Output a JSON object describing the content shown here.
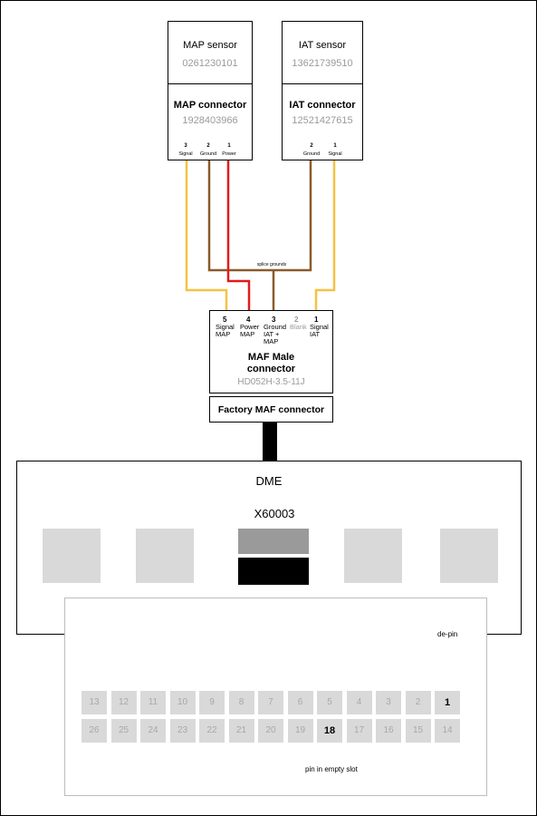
{
  "frame_border": "#000000",
  "colors": {
    "signal": "#f5c242",
    "ground": "#8b5a2b",
    "power": "#e21b1b",
    "wire_grey": "#c8c8c8",
    "slot": "#d9d9d9",
    "text_grey": "#9a9a9a"
  },
  "map_sensor": {
    "title": "MAP sensor",
    "part": "0261230101"
  },
  "map_connector": {
    "title": "MAP connector",
    "part": "1928403966",
    "pins": [
      {
        "num": "3",
        "label": "Signal"
      },
      {
        "num": "2",
        "label": "Ground"
      },
      {
        "num": "1",
        "label": "Power"
      }
    ]
  },
  "iat_sensor": {
    "title": "IAT sensor",
    "part": "13621739510"
  },
  "iat_connector": {
    "title": "IAT connector",
    "part": "12521427615",
    "pins": [
      {
        "num": "2",
        "label": "Ground"
      },
      {
        "num": "1",
        "label": "Signal"
      }
    ]
  },
  "splice_label": "splice grounds",
  "maf_male": {
    "title_line1": "MAF Male",
    "title_line2": "connector",
    "part": "HD052H-3.5-11J",
    "pins": [
      {
        "num": "5",
        "l1": "Signal",
        "l2": "MAP",
        "l3": ""
      },
      {
        "num": "4",
        "l1": "Power",
        "l2": "MAP",
        "l3": ""
      },
      {
        "num": "3",
        "l1": "Ground",
        "l2": "IAT +",
        "l3": "MAP"
      },
      {
        "num": "2",
        "l1": "Blank",
        "l2": "",
        "l3": ""
      },
      {
        "num": "1",
        "l1": "Signal",
        "l2": "IAT",
        "l3": ""
      }
    ]
  },
  "factory_maf": {
    "title": "Factory MAF connector"
  },
  "dme": {
    "title": "DME",
    "connector_id": "X60003"
  },
  "pin_detail": {
    "top_row": [
      "13",
      "12",
      "11",
      "10",
      "9",
      "8",
      "7",
      "6",
      "5",
      "4",
      "3",
      "2",
      "1"
    ],
    "bottom_row": [
      "26",
      "25",
      "24",
      "23",
      "22",
      "21",
      "20",
      "19",
      "18",
      "17",
      "16",
      "15",
      "14"
    ],
    "highlight": [
      "1",
      "18"
    ],
    "depin_label": "de-pin",
    "empty_slot_label": "pin in empty slot"
  }
}
